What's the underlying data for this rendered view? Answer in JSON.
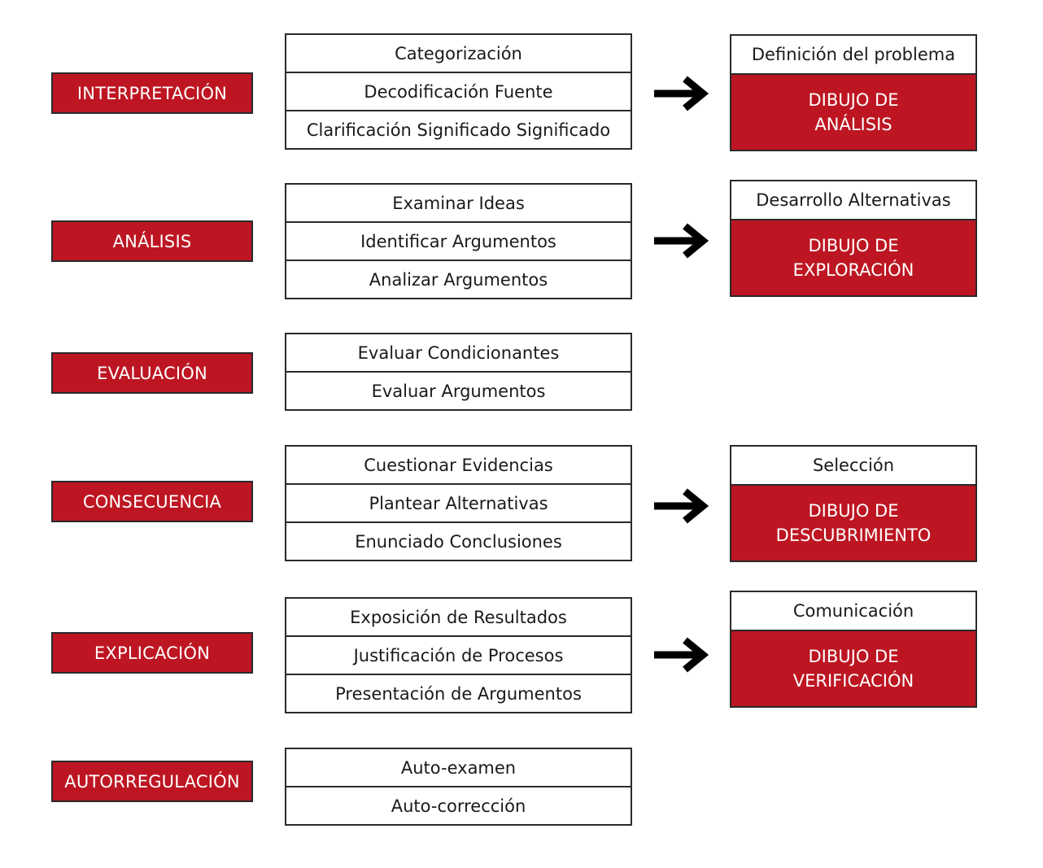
{
  "rows": [
    {
      "skill": "INTERPRETACIÓN",
      "items": [
        "Categorización",
        "Decodificación Fuente",
        "Clarificación Significado Significado"
      ],
      "outcome": {
        "head": "Definición del problema",
        "line1": "DIBUJO DE",
        "line2": "ANÁLISIS"
      }
    },
    {
      "skill": "ANÁLISIS",
      "items": [
        "Examinar Ideas",
        "Identificar Argumentos",
        "Analizar Argumentos"
      ],
      "outcome": {
        "head": "Desarrollo Alternativas",
        "line1": "DIBUJO DE",
        "line2": "EXPLORACIÓN"
      }
    },
    {
      "skill": "EVALUACIÓN",
      "items": [
        "Evaluar Condicionantes",
        "Evaluar Argumentos"
      ]
    },
    {
      "skill": "CONSECUENCIA",
      "items": [
        "Cuestionar Evidencias",
        "Plantear Alternativas",
        "Enunciado Conclusiones"
      ],
      "outcome": {
        "head": "Selección",
        "line1": "DIBUJO DE",
        "line2": "DESCUBRIMIENTO"
      }
    },
    {
      "skill": "EXPLICACIÓN",
      "items": [
        "Exposición de Resultados",
        "Justificación de Procesos",
        "Presentación de Argumentos"
      ],
      "outcome": {
        "head": "Comunicación",
        "line1": "DIBUJO DE",
        "line2": "VERIFICACIÓN"
      }
    },
    {
      "skill": "AUTORREGULACIÓN",
      "items": [
        "Auto-examen",
        "Auto-corrección"
      ]
    }
  ],
  "colors": {
    "accent": "#bd1622",
    "border": "#2a2a2a",
    "arrow": "#000000"
  }
}
